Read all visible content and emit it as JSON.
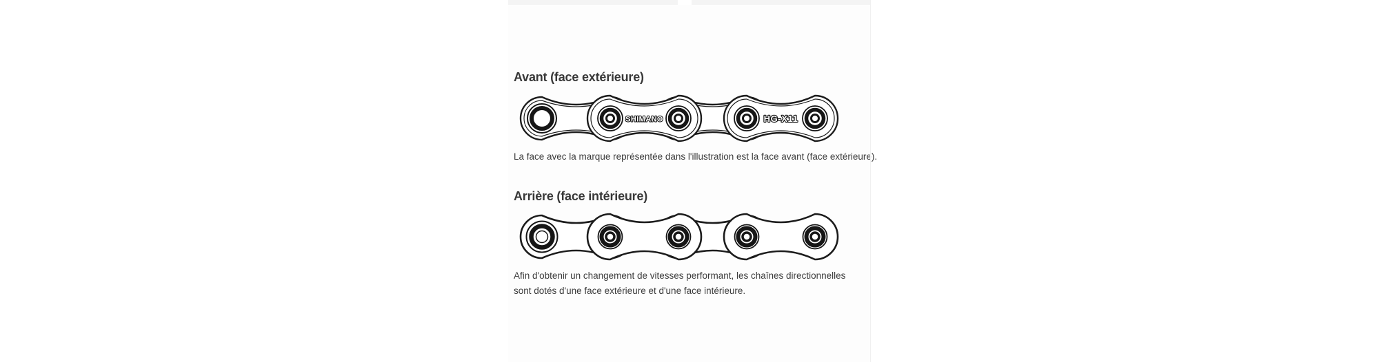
{
  "panel": {
    "background": "#fdfdfd",
    "outer_background": "#ffffff",
    "ink_color": "#1c1c1c",
    "text_color": "#3c3c3c"
  },
  "front": {
    "heading": "Avant (face extérieure)",
    "brand_marking": "SHIMANO",
    "model_marking": "HG-X11",
    "caption": "La face avec la marque représentée dans l'illustration est la face avant (face extérieure)."
  },
  "rear": {
    "heading": "Arrière (face intérieure)",
    "caption_line1": "Afin d'obtenir un changement de vitesses performant, les chaînes directionnelles",
    "caption_line2": "sont dotés d'une face extérieure et d'une face intérieure."
  }
}
